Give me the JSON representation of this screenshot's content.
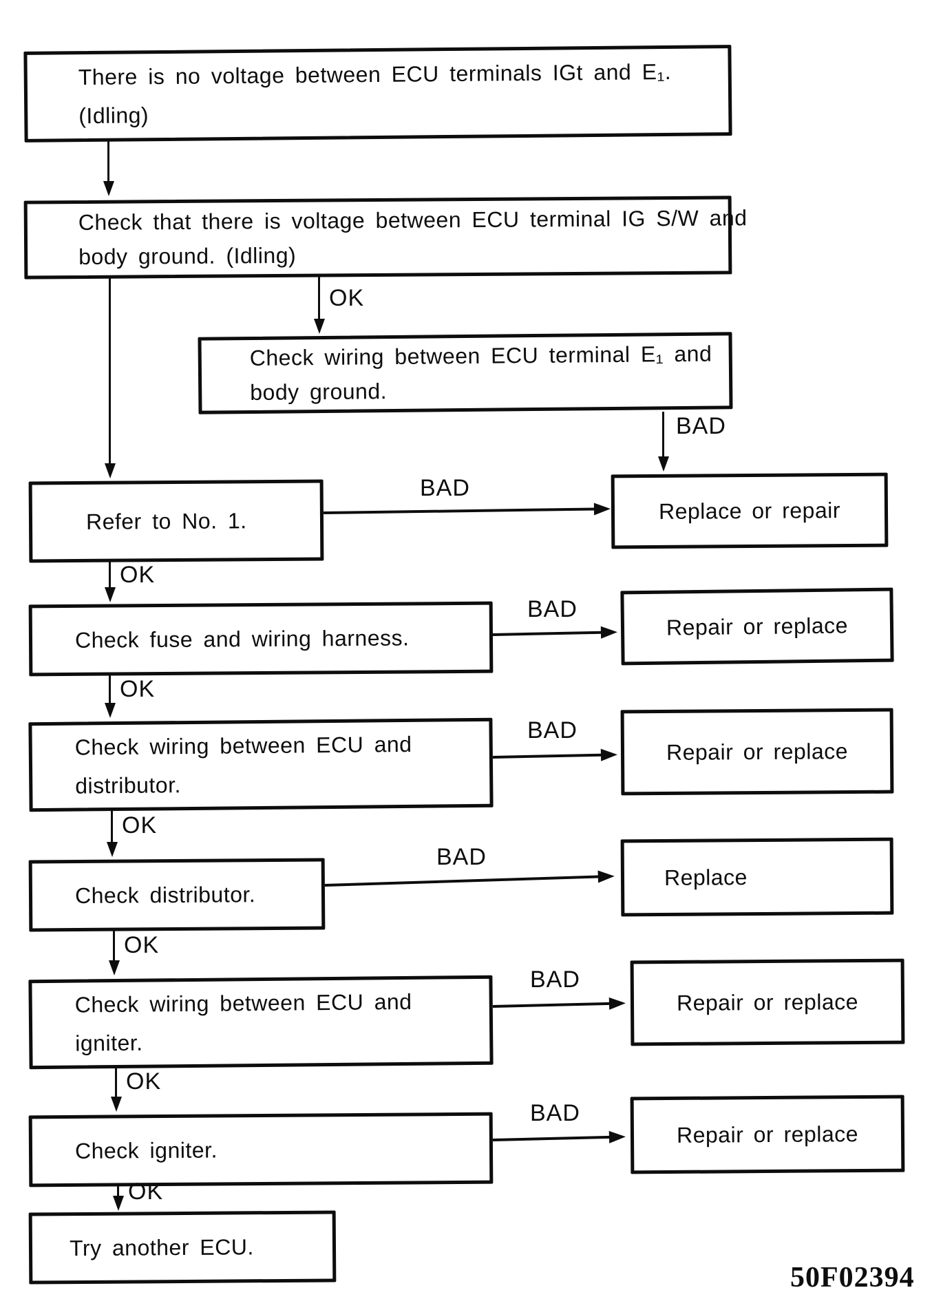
{
  "figure_id": "50F02394",
  "labels": {
    "ok": "OK",
    "bad": "BAD"
  },
  "nodes": [
    {
      "id": "start",
      "lines": [
        "There is no voltage between ECU terminals IGt and E₁.",
        "(Idling)"
      ]
    },
    {
      "id": "check-ig-sw",
      "lines": [
        "Check that there is voltage between ECU terminal IG S/W and",
        "body ground. (Idling)"
      ]
    },
    {
      "id": "check-e1-wiring",
      "lines": [
        "Check wiring between ECU terminal E₁ and",
        "body ground."
      ]
    },
    {
      "id": "refer-no1",
      "lines": [
        "Refer to No. 1."
      ]
    },
    {
      "id": "check-fuse",
      "lines": [
        "Check fuse and wiring harness."
      ]
    },
    {
      "id": "check-wiring-distributor",
      "lines": [
        "Check wiring between ECU and",
        "distributor."
      ]
    },
    {
      "id": "check-distributor",
      "lines": [
        "Check distributor."
      ]
    },
    {
      "id": "check-wiring-igniter",
      "lines": [
        "Check wiring between ECU and",
        "igniter."
      ]
    },
    {
      "id": "check-igniter",
      "lines": [
        "Check igniter."
      ]
    },
    {
      "id": "try-another-ecu",
      "lines": [
        "Try another ECU."
      ]
    }
  ],
  "results": [
    {
      "id": "replace-or-repair",
      "label": "Replace or repair"
    },
    {
      "id": "repair-or-replace-1",
      "label": "Repair or replace"
    },
    {
      "id": "repair-or-replace-2",
      "label": "Repair or replace"
    },
    {
      "id": "replace",
      "label": "Replace"
    },
    {
      "id": "repair-or-replace-3",
      "label": "Repair or replace"
    },
    {
      "id": "repair-or-replace-4",
      "label": "Repair or replace"
    }
  ]
}
